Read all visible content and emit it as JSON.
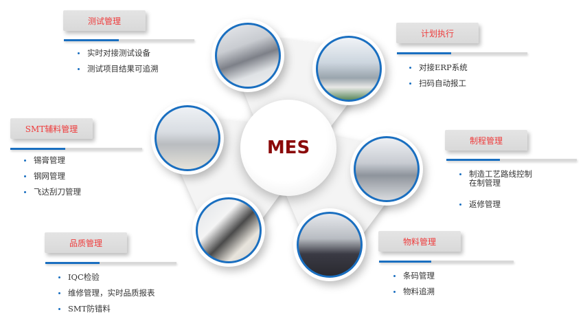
{
  "center": {
    "label": "MES"
  },
  "colors": {
    "accent_blue": "#1a6fc0",
    "title_red": "#ee3b3b",
    "hub_text": "#8b0a0a"
  },
  "modules": [
    {
      "title": "测试管理",
      "items": [
        "实时对接测试设备",
        "测试项目结果可追溯"
      ]
    },
    {
      "title": "计划执行",
      "items": [
        "对接ERP系统",
        "扫码自动报工"
      ]
    },
    {
      "title": "SMT辅料管理",
      "items": [
        "锡膏管理",
        "钢网管理",
        "飞达刮刀管理"
      ]
    },
    {
      "title": "制程管理",
      "items": [
        "制造工艺路线控制",
        "在制管理",
        "返修管理"
      ]
    },
    {
      "title": "品质管理",
      "items": [
        "IQC检验",
        "维修管理，实时品质报表",
        "SMT防错料"
      ]
    },
    {
      "title": "物料管理",
      "items": [
        "条码管理",
        "物料追溯"
      ]
    }
  ]
}
